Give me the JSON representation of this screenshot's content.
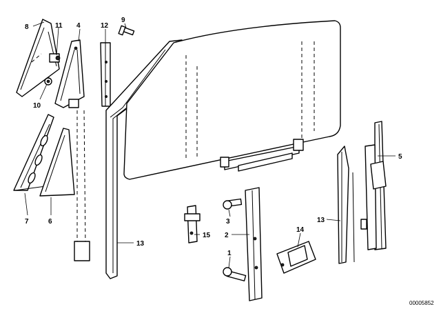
{
  "callouts": {
    "c8": "8",
    "c11": "11",
    "c4": "4",
    "c12": "12",
    "c9": "9",
    "c10": "10",
    "c7": "7",
    "c6": "6",
    "c13a": "13",
    "c3": "3",
    "c2": "2",
    "c1": "1",
    "c15": "15",
    "c14": "14",
    "c13b": "13",
    "c5": "5"
  },
  "diagram_code": "00005852"
}
